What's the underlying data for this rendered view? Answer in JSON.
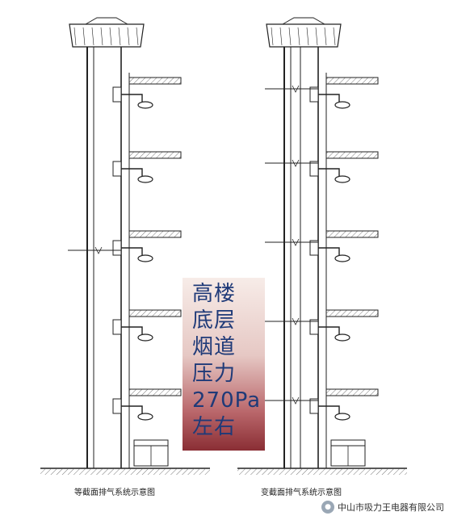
{
  "callout": {
    "lines": [
      "高楼",
      "底层",
      "烟道",
      "压力",
      "270Pa",
      "左右"
    ]
  },
  "captions": {
    "left": "等截面排气系统示意图",
    "right": "变截面排气系统示意图"
  },
  "watermark": {
    "text": "中山市吸力王电器有限公司",
    "icon": "wechat-icon"
  },
  "colors": {
    "callout_text": "#1f3a78",
    "callout_top": "#f7ece8",
    "callout_bottom": "#8a2e34"
  }
}
